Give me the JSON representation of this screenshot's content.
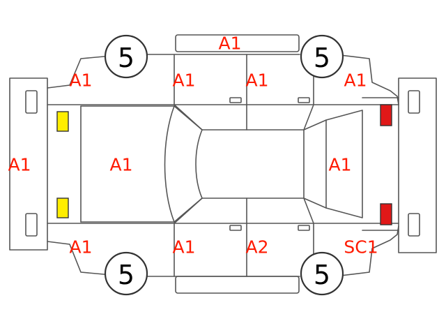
{
  "colors": {
    "code_text": "#ff1a00",
    "front_lamp": "#ffee00",
    "rear_lamp": "#e01818",
    "outline": "#555555"
  },
  "tires": {
    "front_left": "5",
    "rear_left": "5",
    "front_right": "5",
    "rear_right": "5"
  },
  "damage_codes": {
    "roof_strip_top": "A1",
    "front_fender_top": "A1",
    "front_door_top": "A1",
    "rear_door_top": "A1",
    "rear_fender_top": "A1",
    "front_bumper": "A1",
    "hood": "A1",
    "trunk": "A1",
    "front_fender_bottom": "A1",
    "front_door_bottom": "A1",
    "rear_door_bottom": "A2",
    "rear_fender_bottom": "SC1"
  }
}
